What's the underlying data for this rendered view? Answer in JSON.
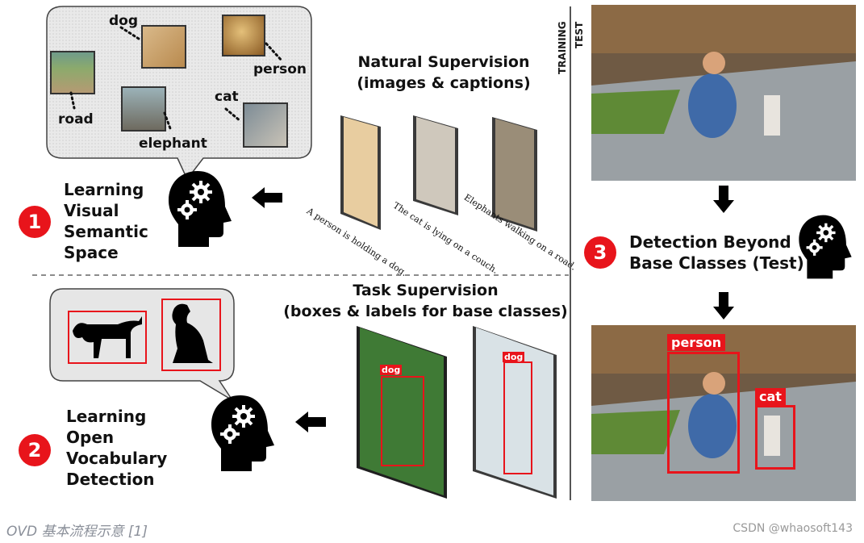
{
  "bubble_top": {
    "words": [
      "dog",
      "person",
      "road",
      "elephant",
      "cat"
    ]
  },
  "natural_supervision": {
    "title_line1": "Natural Supervision",
    "title_line2": "(images & captions)",
    "captions": [
      "A person is holding a dog.",
      "The cat is lying on a couch.",
      "Elephants walking on a road."
    ]
  },
  "step1": {
    "number": "1",
    "line1": "Learning",
    "line2": "Visual",
    "line3": "Semantic",
    "line4": "Space"
  },
  "task_supervision": {
    "title_line1": "Task Supervision",
    "title_line2": "(boxes & labels for base classes)",
    "box_labels": [
      "dog",
      "dog"
    ]
  },
  "step2": {
    "number": "2",
    "line1": "Learning",
    "line2": "Open",
    "line3": "Vocabulary",
    "line4": "Detection"
  },
  "split_labels": {
    "training": "TRAINING",
    "test": "TEST"
  },
  "step3": {
    "number": "3",
    "line1": "Detection Beyond",
    "line2": "Base Classes (Test)"
  },
  "detections": {
    "person": "person",
    "cat": "cat"
  },
  "footer": {
    "caption": "OVD 基本流程示意 [1]",
    "watermark": "CSDN @whaosoft143"
  },
  "colors": {
    "accent": "#e8141b",
    "bubble": "#e6e6e6",
    "ink": "#111111"
  }
}
